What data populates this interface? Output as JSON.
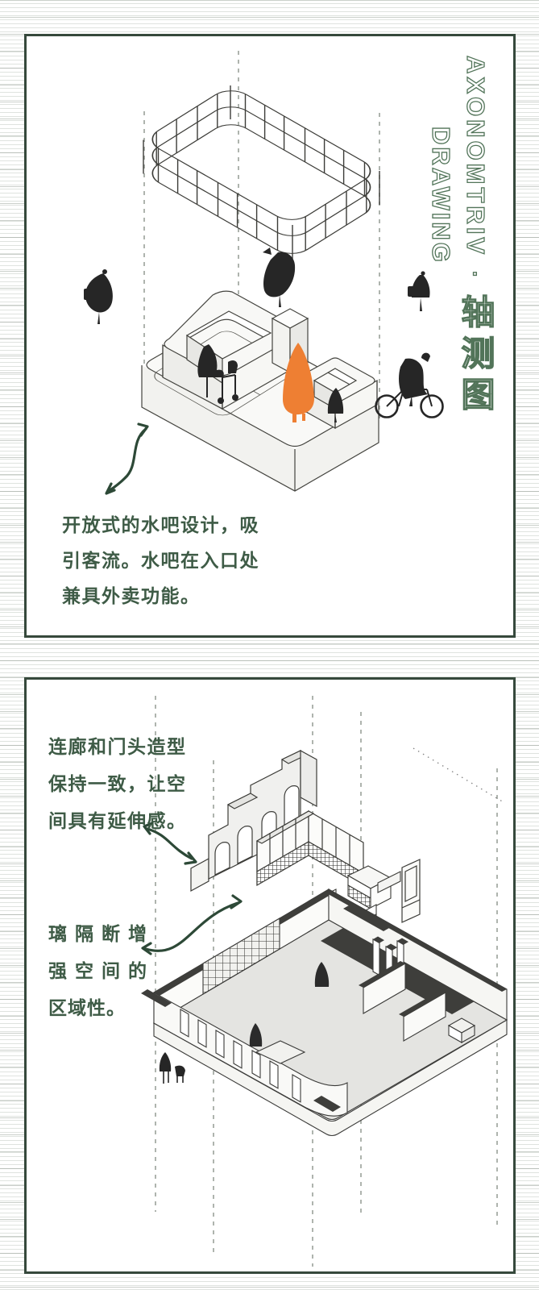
{
  "colors": {
    "accent_green": "#3e5b46",
    "arrow_green": "#2d4937",
    "title_outline_green": "#527459",
    "figure_orange": "#ee7f33",
    "silhouette_black": "#262626",
    "wall_dark": "#3e3e3b",
    "panel_border": "#36493c"
  },
  "panel_top": {
    "title": {
      "latin": "AXONOMTRIV",
      "separator": "·",
      "cjk": "轴测图",
      "sub": "DRAWING"
    },
    "caption": {
      "line1": "开放式的水吧设计，吸",
      "line2": "引客流。水吧在入口处",
      "line3": "兼具外卖功能。"
    }
  },
  "panel_bottom": {
    "note_corridor": {
      "line1": "连廊和门头造型",
      "line2": "保持一致，让空",
      "line3": "间具有延伸感。"
    },
    "note_partition": {
      "line1": "璃隔断增",
      "line2": "强空间的",
      "line3": "区域性。"
    }
  }
}
